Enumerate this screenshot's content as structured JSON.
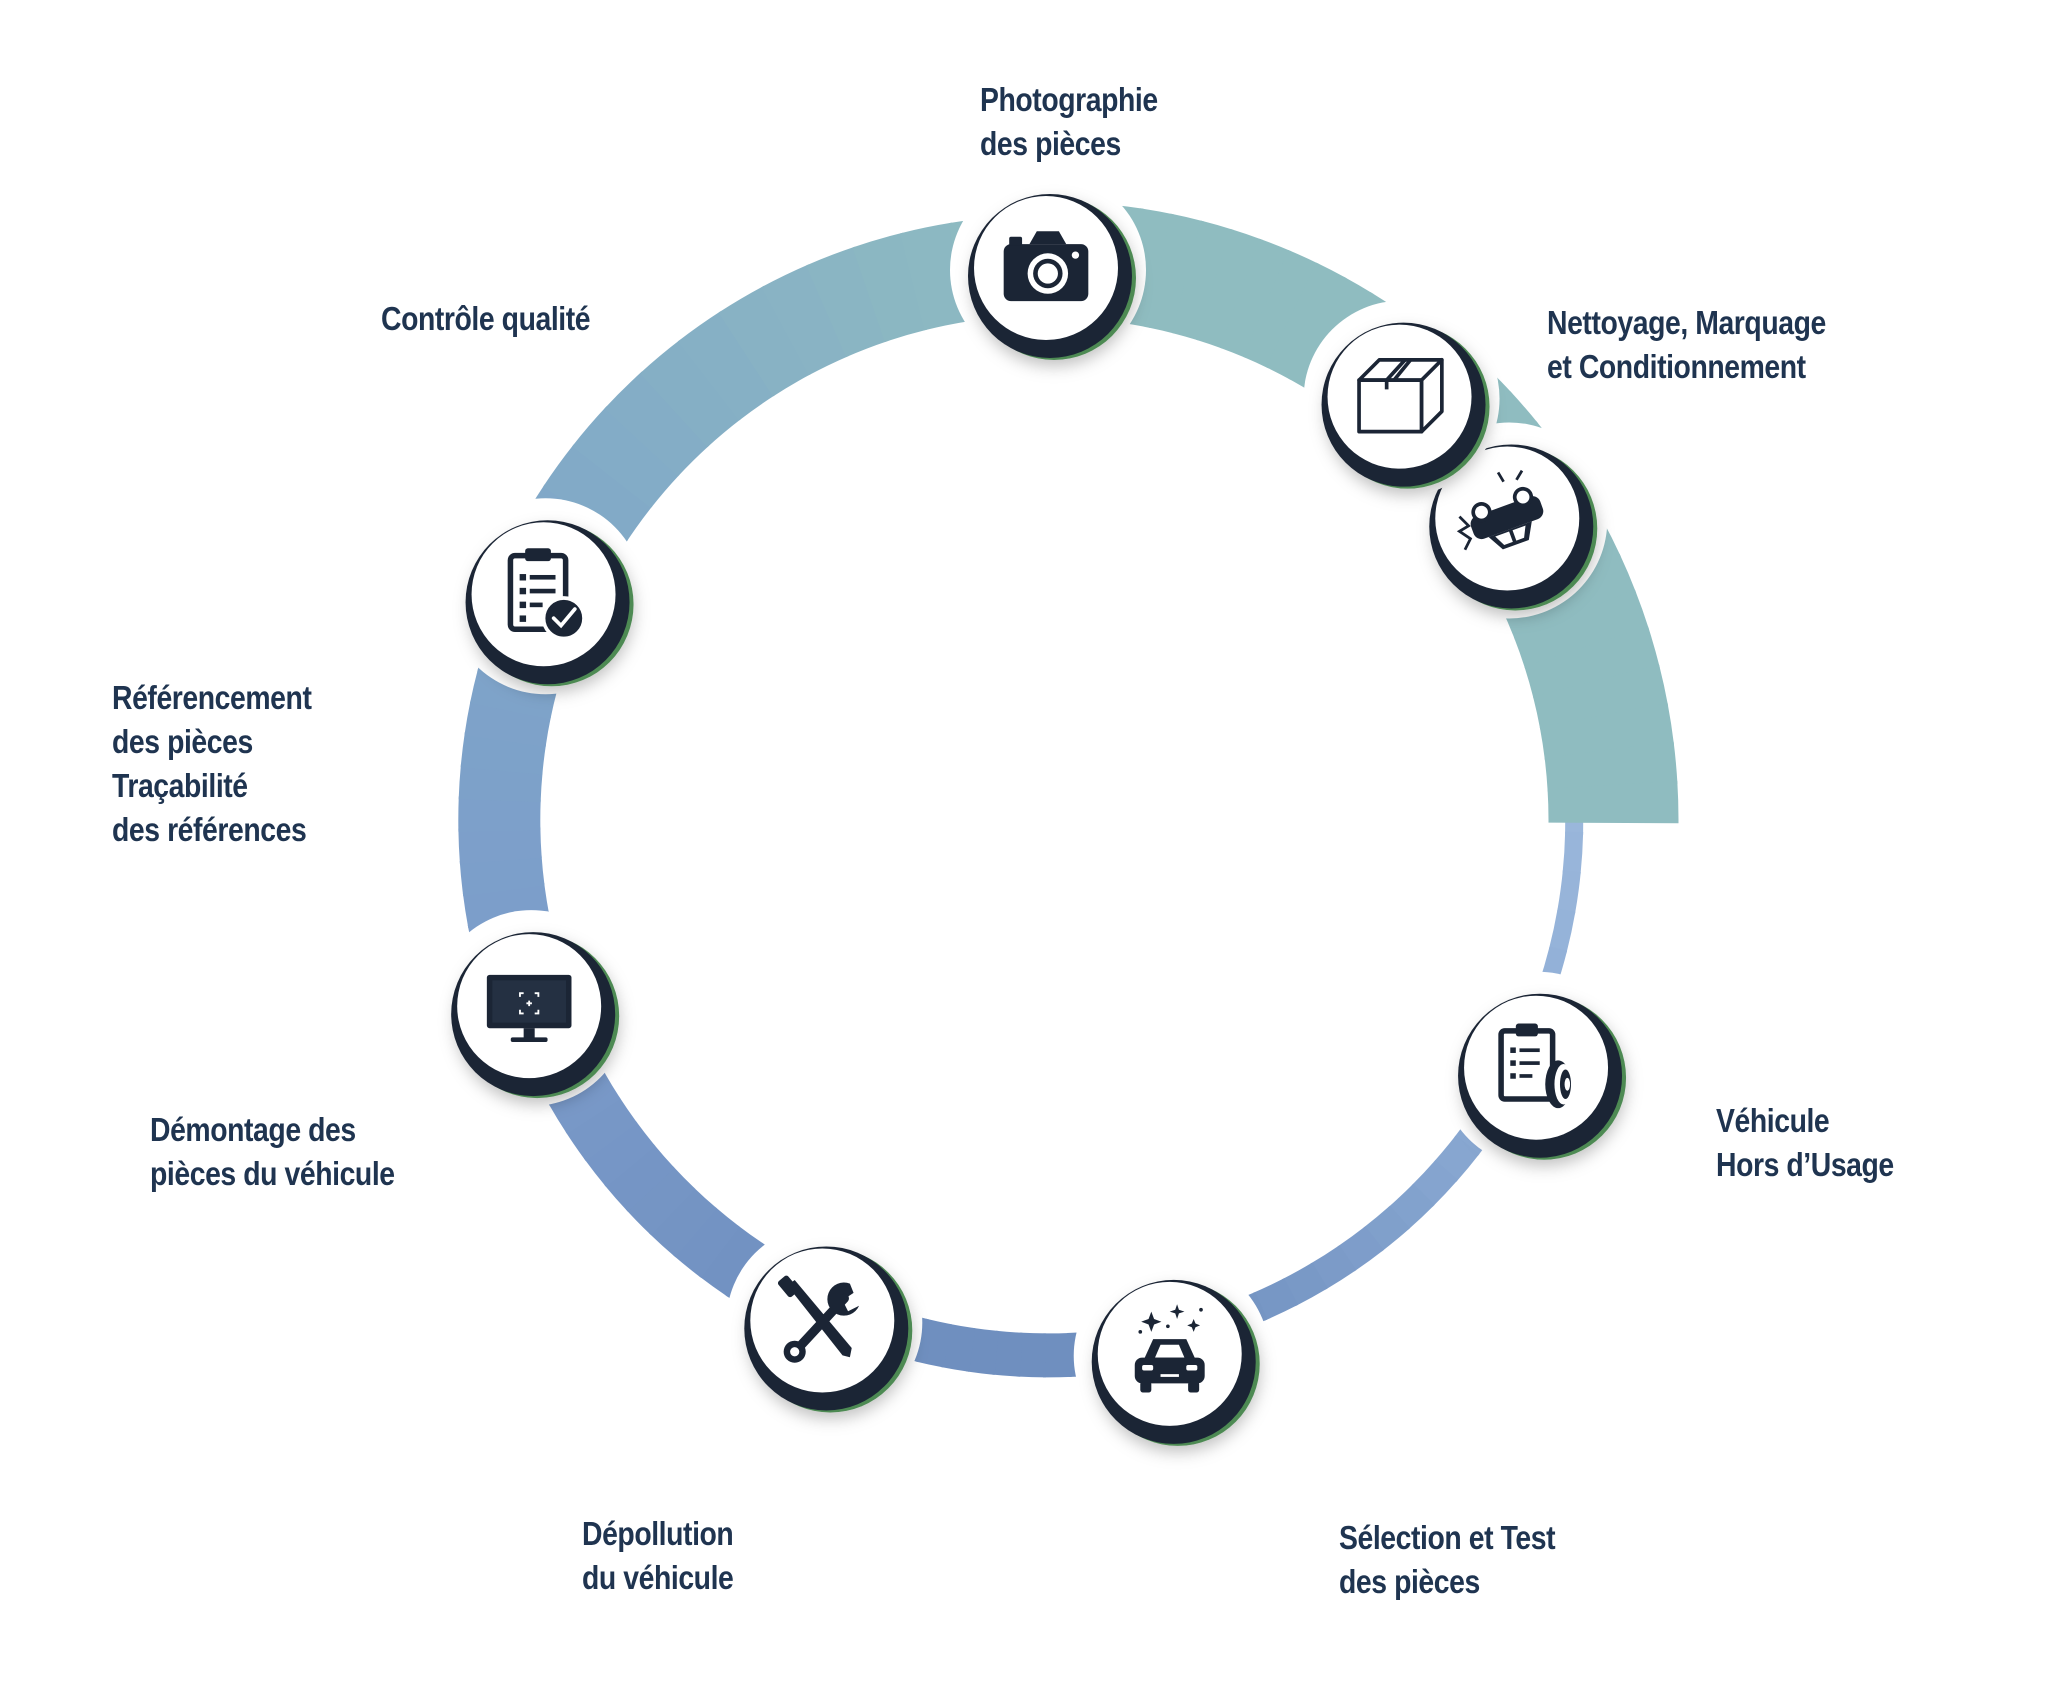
{
  "colors": {
    "ring_start": "#a7c1e0",
    "ring_mid_blue": "#6f8fbf",
    "ring_teal": "#8fbcc0",
    "node_fill": "#ffffff",
    "node_dark": "#1b2535",
    "node_accent_green": "#4d8a52",
    "icon": "#1b2535",
    "text": "#1f3450"
  },
  "steps": [
    {
      "id": "vhu",
      "icon": "overturned-car-icon",
      "lines": [
        "Véhicule",
        "Hors d’Usage"
      ]
    },
    {
      "id": "selection",
      "icon": "clipboard-tire-icon",
      "lines": [
        "Sélection et Test",
        "des pièces"
      ]
    },
    {
      "id": "depollution",
      "icon": "clean-car-icon",
      "lines": [
        "Dépollution",
        "du véhicule"
      ]
    },
    {
      "id": "demontage",
      "icon": "tools-icon",
      "lines": [
        "Démontage des",
        "pièces du véhicule"
      ]
    },
    {
      "id": "referencement",
      "icon": "monitor-scan-icon",
      "lines": [
        "Référencement",
        "des pièces",
        "Traçabilité",
        "des références"
      ]
    },
    {
      "id": "controle",
      "icon": "checklist-icon",
      "lines": [
        "Contrôle qualité"
      ]
    },
    {
      "id": "photographie",
      "icon": "camera-icon",
      "lines": [
        "Photographie",
        "des pièces"
      ]
    },
    {
      "id": "nettoyage",
      "icon": "box-icon",
      "lines": [
        "Nettoyage, Marquage",
        "et Conditionnement"
      ]
    }
  ]
}
